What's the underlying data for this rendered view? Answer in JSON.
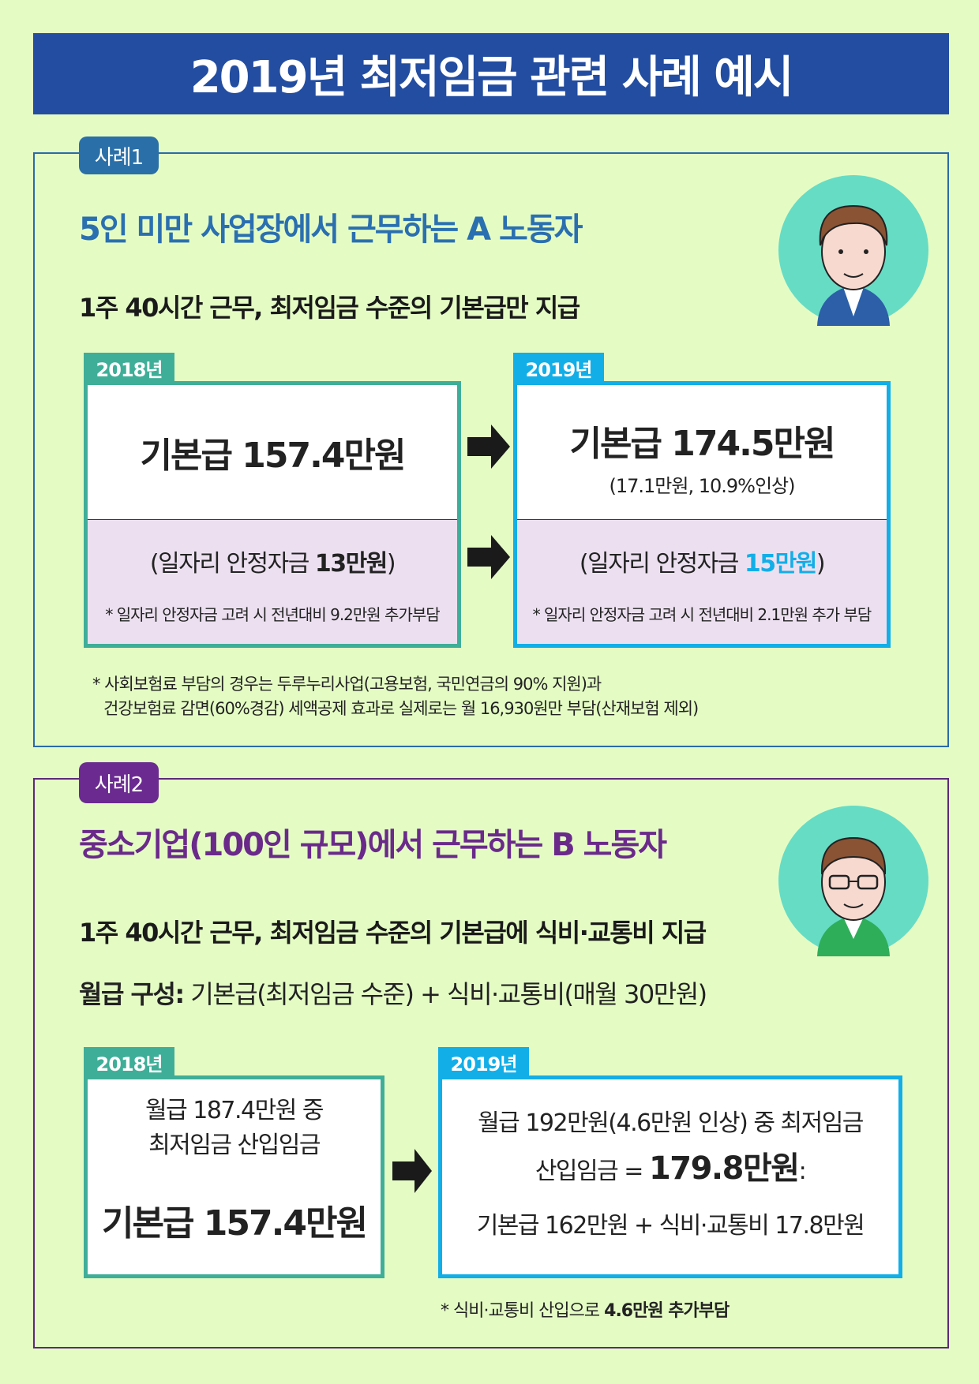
{
  "banner_title": "2019년 최저임금 관련 사례 예시",
  "case1": {
    "tag": "사례1",
    "title": "5인 미만 사업장에서 근무하는 A 노동자",
    "subtitle": "1주 40시간 근무, 최저임금 수준의 기본급만 지급",
    "y2018": {
      "label": "2018년",
      "pay": "기본급 157.4만원",
      "subsidy_pre": "(일자리 안정자금 ",
      "subsidy_amt": "13만원",
      "subsidy_post": ")",
      "note": "* 일자리 안정자금 고려 시 전년대비 9.2만원 추가부담"
    },
    "y2019": {
      "label": "2019년",
      "pay": "기본급 174.5만원",
      "raise": "(17.1만원, 10.9%인상)",
      "subsidy_pre": "(일자리 안정자금 ",
      "subsidy_amt": "15만원",
      "subsidy_post": ")",
      "note": "* 일자리 안정자금 고려 시 전년대비 2.1만원 추가 부담"
    },
    "footnote_1": "* 사회보험료 부담의 경우는 두루누리사업(고용보험, 국민연금의 90% 지원)과",
    "footnote_2": "건강보험료 감면(60%경감) 세액공제 효과로 실제로는 월 16,930원만 부담(산재보험 제외)"
  },
  "case2": {
    "tag": "사례2",
    "title": "중소기업(100인 규모)에서 근무하는 B 노동자",
    "subtitle": "1주 40시간 근무, 최저임금 수준의 기본급에 식비·교통비 지급",
    "composition_label": "월급 구성:",
    "composition_value": " 기본급(최저임금 수준) + 식비·교통비(매월 30만원)",
    "y2018": {
      "label": "2018년",
      "line1": "월급 187.4만원 중",
      "line2": "최저임금 산입임금",
      "pay": "기본급 157.4만원"
    },
    "y2019": {
      "label": "2019년",
      "line1": "월급 192만원(4.6만원 인상) 중 최저임금",
      "line2_pre": "산입임금 = ",
      "line2_amt": "179.8만원",
      "line2_post": ":",
      "line3": "기본급 162만원 + 식비·교통비 17.8만원"
    },
    "footnote_pre": "* 식비·교통비 산입으로 ",
    "footnote_bold": "4.6만원 추가부담"
  },
  "colors": {
    "background": "#e4fcc4",
    "banner": "#234da0",
    "case1": "#2a6aa8",
    "case2": "#5c2a7a",
    "teal": "#3fae98",
    "cyan": "#12aee8",
    "lavender": "#ece0f0"
  }
}
